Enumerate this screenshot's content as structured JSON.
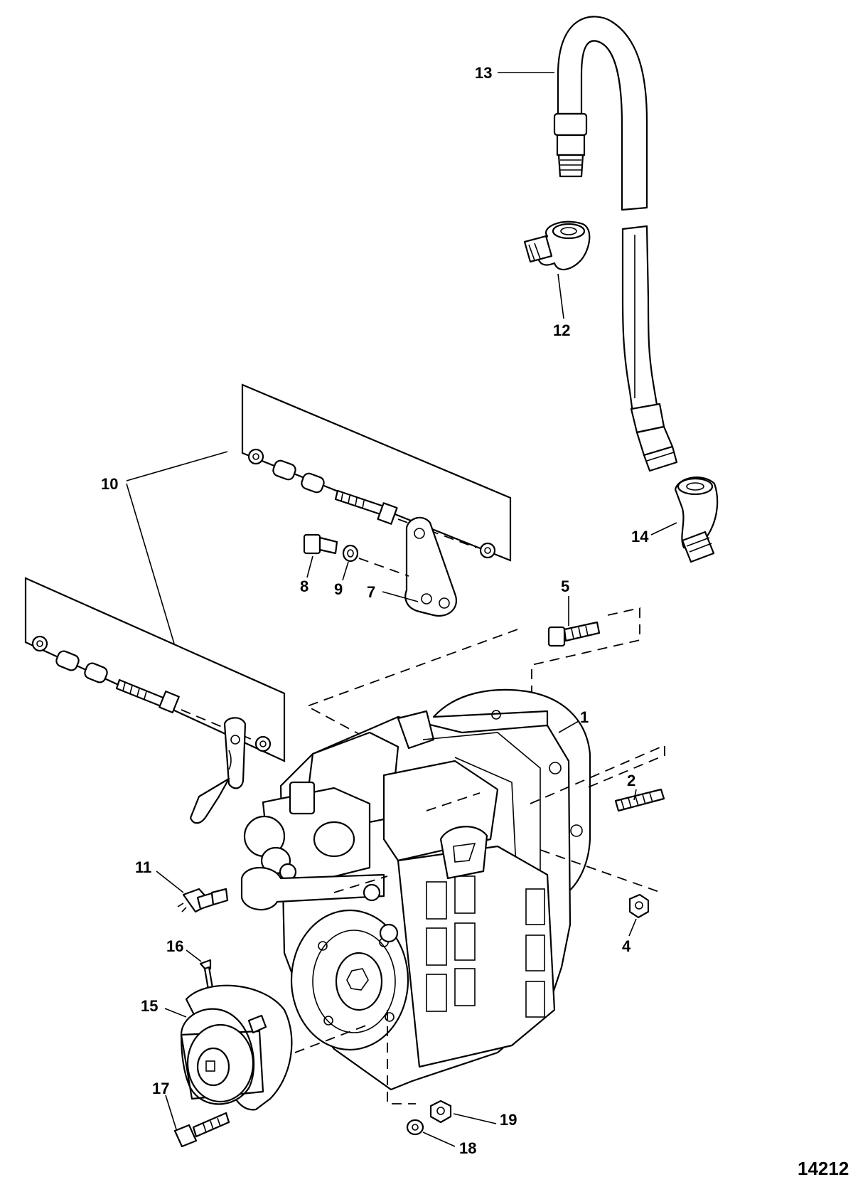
{
  "figure_number": "14212",
  "callouts": [
    {
      "id": "c1",
      "label": "1"
    },
    {
      "id": "c2",
      "label": "2"
    },
    {
      "id": "c4",
      "label": "4"
    },
    {
      "id": "c5",
      "label": "5"
    },
    {
      "id": "c7",
      "label": "7"
    },
    {
      "id": "c8",
      "label": "8"
    },
    {
      "id": "c9",
      "label": "9"
    },
    {
      "id": "c10",
      "label": "10"
    },
    {
      "id": "c11",
      "label": "11"
    },
    {
      "id": "c12",
      "label": "12"
    },
    {
      "id": "c13",
      "label": "13"
    },
    {
      "id": "c14",
      "label": "14"
    },
    {
      "id": "c15",
      "label": "15"
    },
    {
      "id": "c16",
      "label": "16"
    },
    {
      "id": "c17",
      "label": "17"
    },
    {
      "id": "c18",
      "label": "18"
    },
    {
      "id": "c19",
      "label": "19"
    }
  ]
}
